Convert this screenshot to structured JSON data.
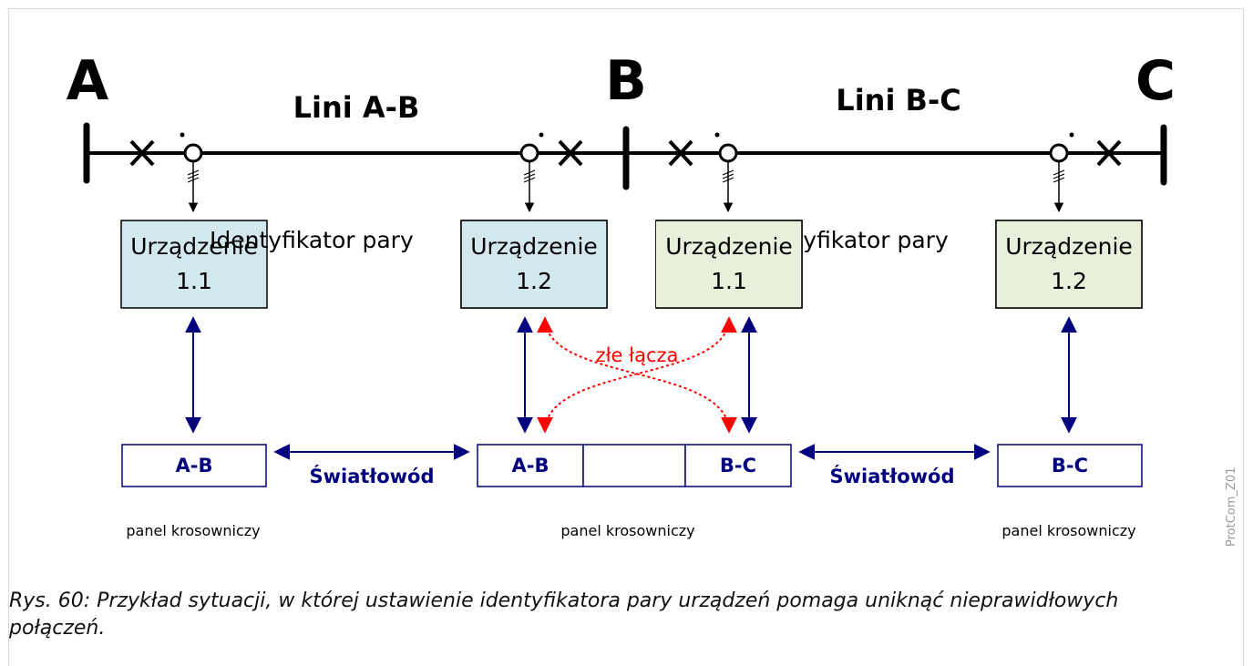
{
  "stations": [
    "A",
    "B",
    "C"
  ],
  "lines": {
    "ab": "Lini A-B",
    "bc": "Lini B-C"
  },
  "pair_id_label": "Identyfikator pary",
  "devices": {
    "ab_1": {
      "name": "Urządzenie",
      "num": "1.1",
      "fill": "#d3e8ed"
    },
    "ab_2": {
      "name": "Urządzenie",
      "num": "1.2",
      "fill": "#d3e8ed"
    },
    "bc_1": {
      "name": "Urządzenie",
      "num": "1.1",
      "fill": "#e8efdb"
    },
    "bc_2": {
      "name": "Urządzenie",
      "num": "1.2",
      "fill": "#e8efdb"
    }
  },
  "wrong_links_label": "złe łącza",
  "patch_ports": {
    "left": "A-B",
    "middle_left": "A-B",
    "middle_right": "B-C",
    "right": "B-C"
  },
  "fiber_label": "Światłowód",
  "patch_panel_label": "panel krosowniczy",
  "watermark": "ProtCom_Z01",
  "caption": "Rys. 60: Przykład sytuacji, w której ustawienie identyfikatora pary urządzeń pomaga uniknąć nieprawidłowych połączeń.",
  "colors": {
    "link": "#00007f",
    "wrong_link": "#ff0000",
    "line": "#000000"
  }
}
